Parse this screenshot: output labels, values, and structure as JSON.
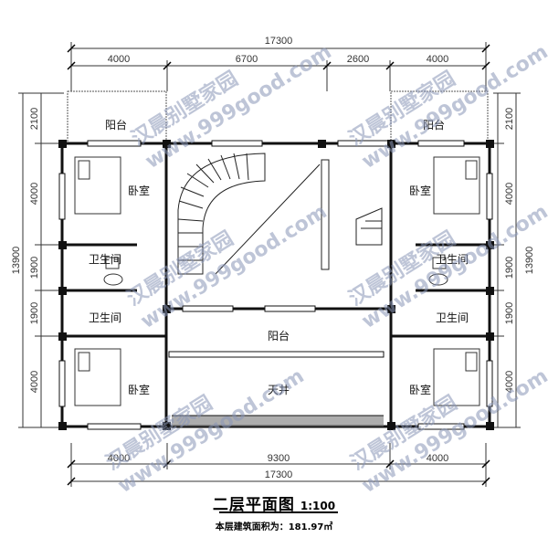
{
  "dimensions": {
    "top_total": "17300",
    "top_segments": [
      "4000",
      "6700",
      "2600",
      "4000"
    ],
    "bottom_segments": [
      "4000",
      "9300",
      "4000"
    ],
    "bottom_total": "17300",
    "left_segments": [
      "2100",
      "4000",
      "1900",
      "1900",
      "4000"
    ],
    "left_total": "13900",
    "right_segments": [
      "2100",
      "4000",
      "1900",
      "1900",
      "4000"
    ],
    "right_total": "13900"
  },
  "rooms": {
    "balcony_top_left": "阳台",
    "balcony_top_right": "阳台",
    "bedroom_nw": "卧室",
    "bedroom_ne": "卧室",
    "bath_w1": "卫生间",
    "bath_w2": "卫生间",
    "bath_e1": "卫生间",
    "bath_e2": "卫生间",
    "balcony_center": "阳台",
    "courtyard": "天井",
    "bedroom_sw": "卧室",
    "bedroom_se": "卧室"
  },
  "watermark": [
    "汉晨别墅家园",
    "www.999good.com"
  ],
  "title": {
    "main": "二层平面图",
    "scale": "1:100"
  },
  "area_note": "本层建筑面积为：181.97㎡"
}
